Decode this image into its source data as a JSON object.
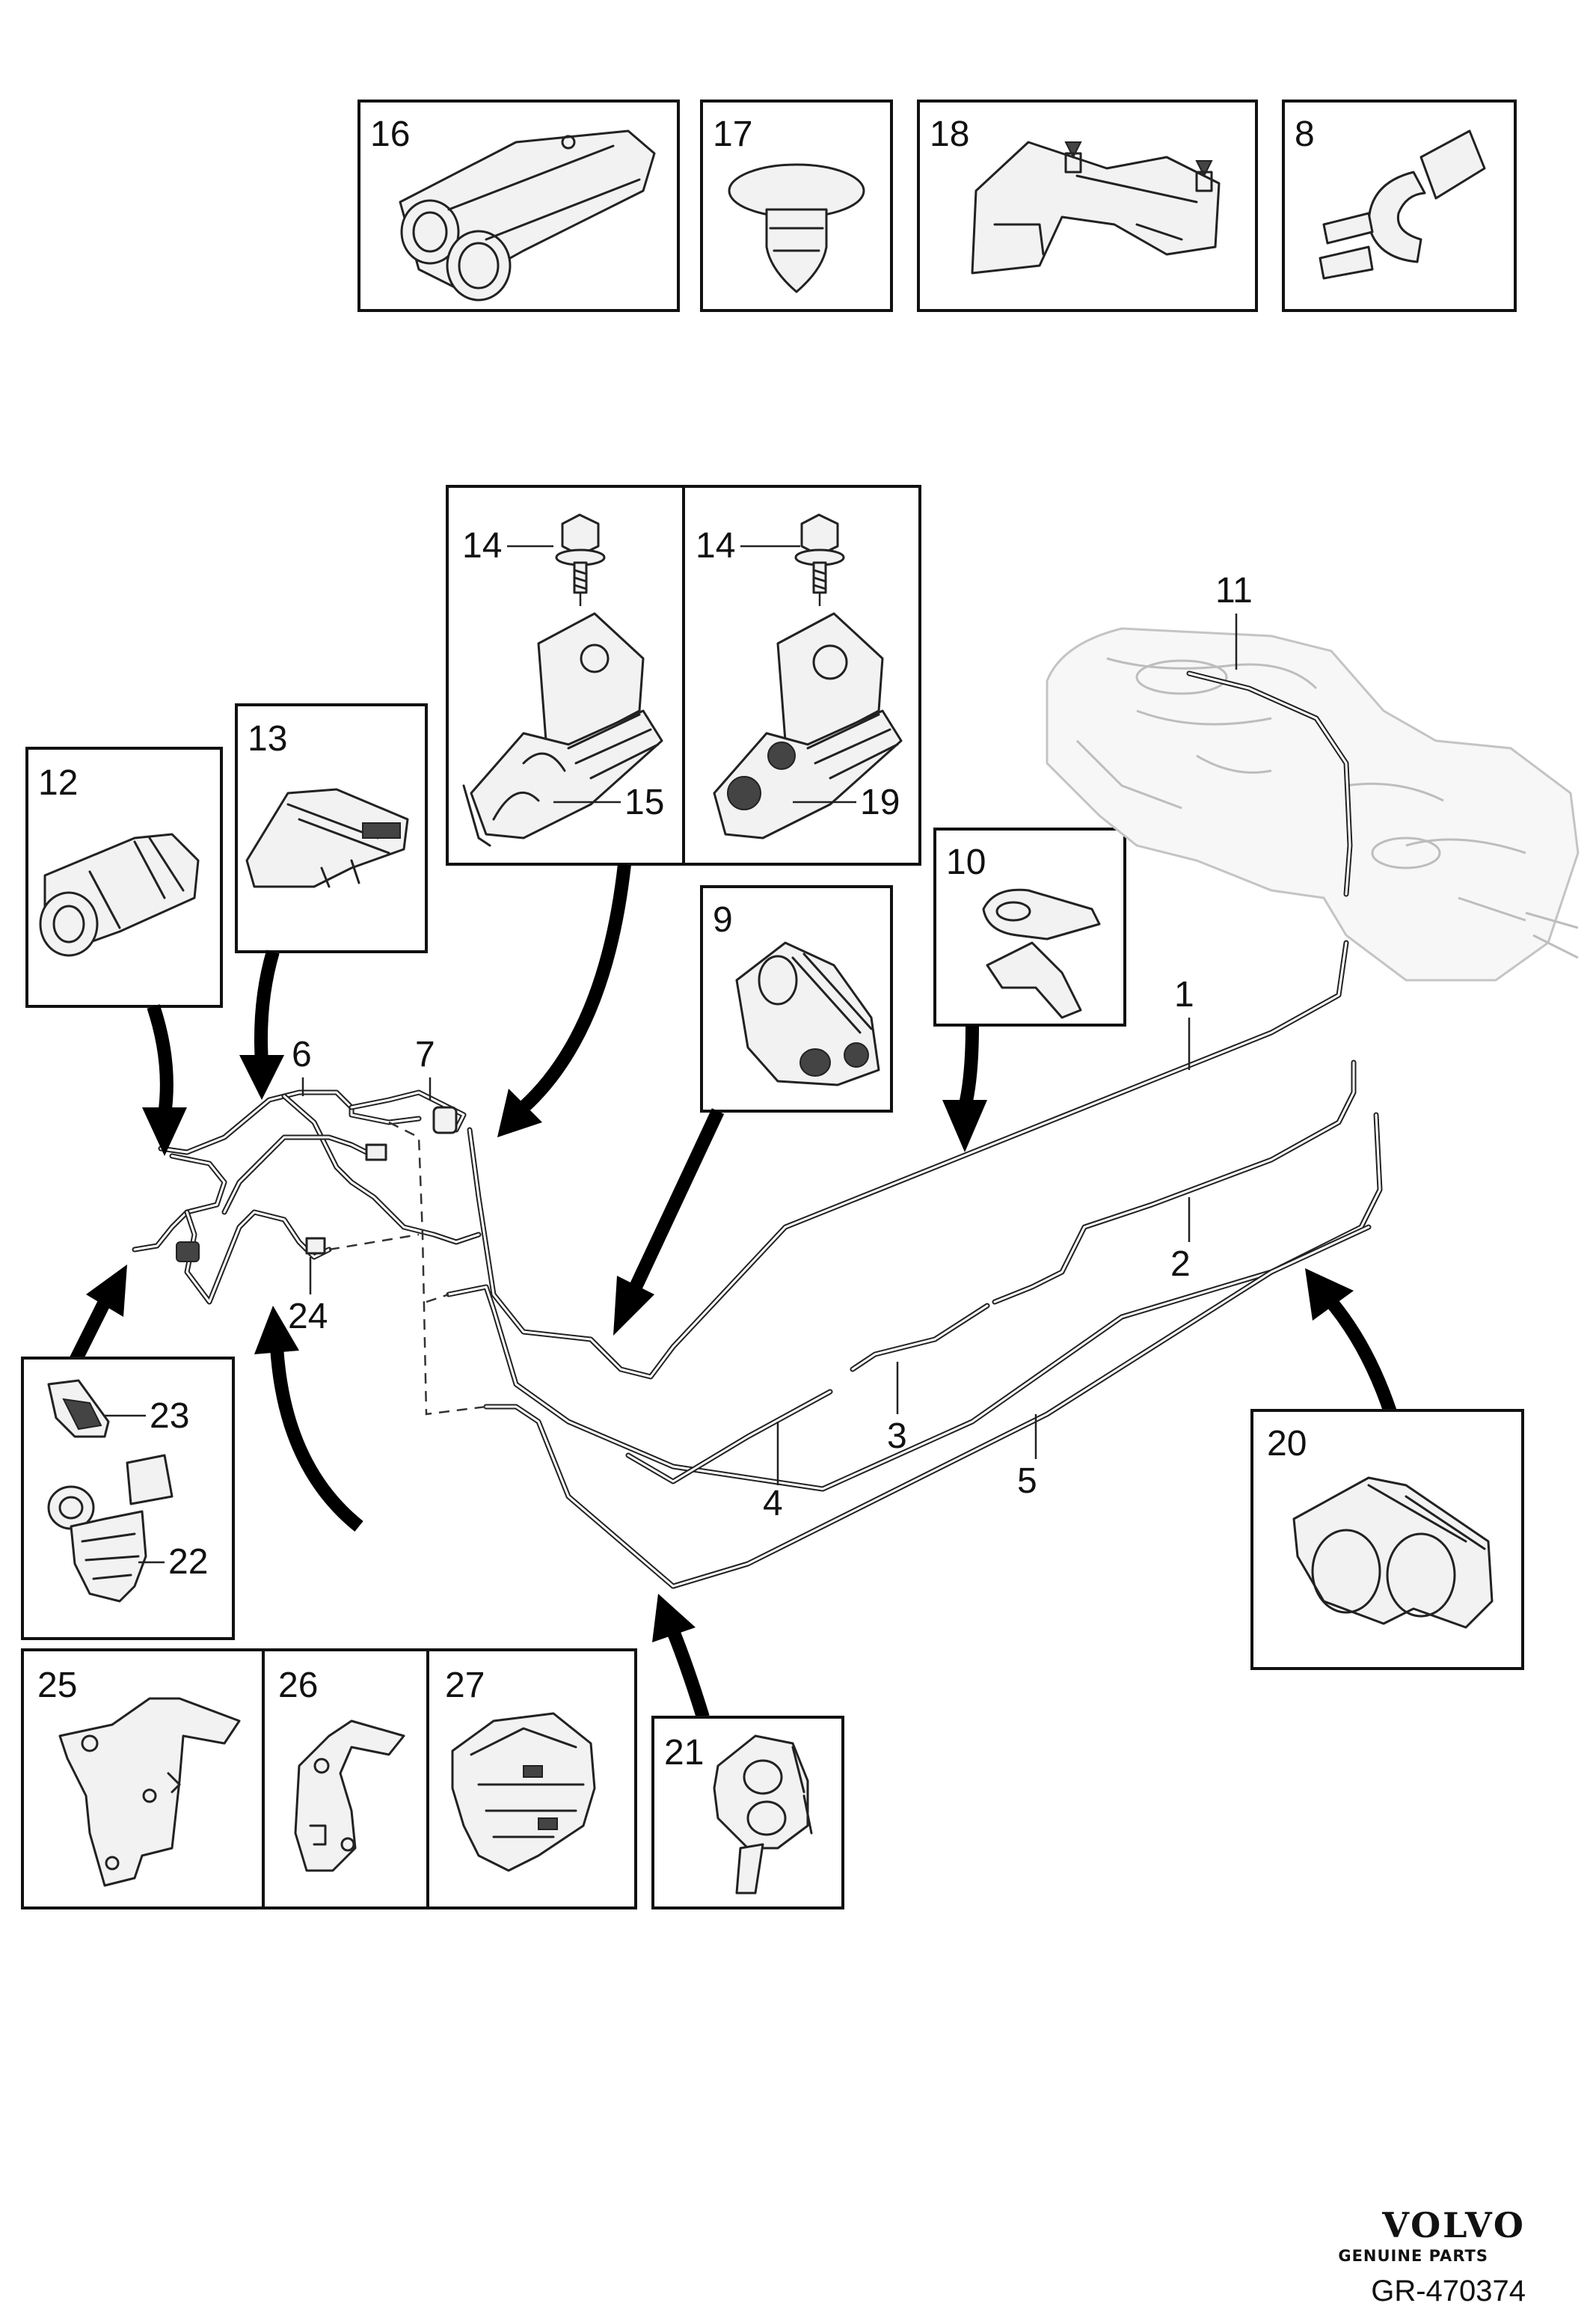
{
  "callouts": {
    "c1": "1",
    "c2": "2",
    "c3": "3",
    "c4": "4",
    "c5": "5",
    "c6": "6",
    "c7": "7",
    "c8": "8",
    "c9": "9",
    "c10": "10",
    "c11": "11",
    "c12": "12",
    "c13": "13",
    "c14a": "14",
    "c14b": "14",
    "c15": "15",
    "c16": "16",
    "c17": "17",
    "c18": "18",
    "c19": "19",
    "c20": "20",
    "c21": "21",
    "c22": "22",
    "c23": "23",
    "c24": "24",
    "c25": "25",
    "c26": "26",
    "c27": "27"
  },
  "branding": {
    "logo_text": "VOLVO",
    "logo_subtext": "GENUINE PARTS",
    "reference": "GR-470374"
  }
}
